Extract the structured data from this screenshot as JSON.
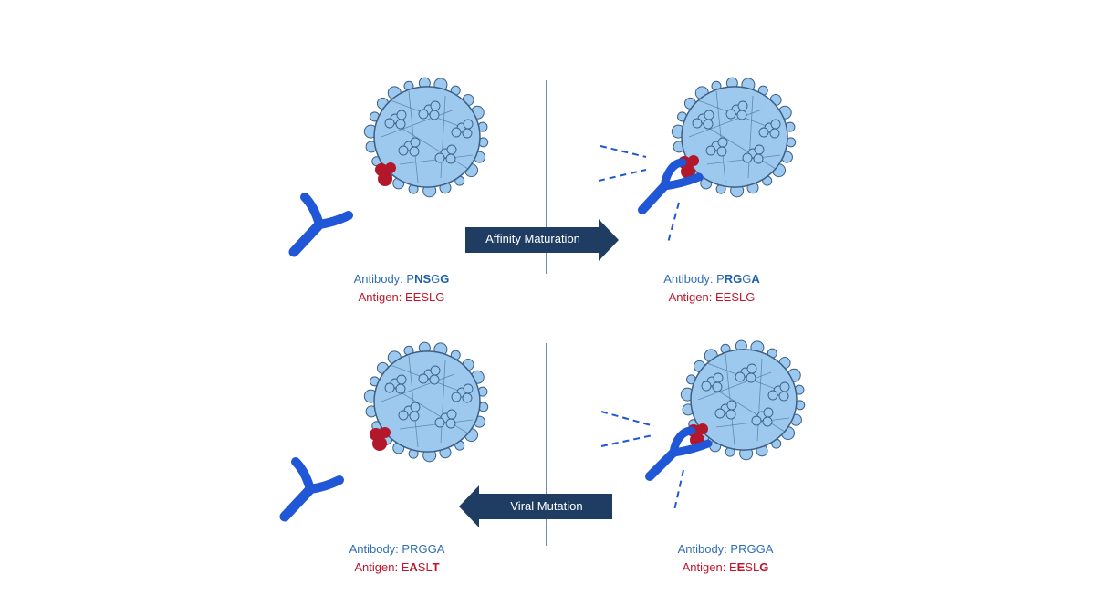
{
  "colors": {
    "virus_fill": "#9ec9ef",
    "virus_stroke": "#3b5f86",
    "antibody": "#1f57d6",
    "antigen": "#b3172c",
    "arrow": "#1f3d62",
    "antibody_text": "#2e6db5",
    "antigen_text": "#c0152a"
  },
  "arrows": {
    "affinity_label": "Affinity Maturation",
    "viral_label": "Viral Mutation"
  },
  "panels": {
    "top_left": {
      "antibody_prefix": "Antibody: ",
      "antibody_seq": [
        {
          "c": "P",
          "bold": false
        },
        {
          "c": "N",
          "bold": true
        },
        {
          "c": "S",
          "bold": true
        },
        {
          "c": "G",
          "bold": false
        },
        {
          "c": "G",
          "bold": true
        }
      ],
      "antigen_prefix": "Antigen: ",
      "antigen_seq": [
        {
          "c": "E",
          "bold": false
        },
        {
          "c": "E",
          "bold": false
        },
        {
          "c": "S",
          "bold": false
        },
        {
          "c": "L",
          "bold": false
        },
        {
          "c": "G",
          "bold": false
        }
      ]
    },
    "top_right": {
      "antibody_prefix": "Antibody: ",
      "antibody_seq": [
        {
          "c": "P",
          "bold": false
        },
        {
          "c": "R",
          "bold": true
        },
        {
          "c": "G",
          "bold": true
        },
        {
          "c": "G",
          "bold": false
        },
        {
          "c": "A",
          "bold": true
        }
      ],
      "antigen_prefix": "Antigen: ",
      "antigen_seq": [
        {
          "c": "E",
          "bold": false
        },
        {
          "c": "E",
          "bold": false
        },
        {
          "c": "S",
          "bold": false
        },
        {
          "c": "L",
          "bold": false
        },
        {
          "c": "G",
          "bold": false
        }
      ]
    },
    "bottom_left": {
      "antibody_prefix": "Antibody: ",
      "antibody_seq": [
        {
          "c": "P",
          "bold": false
        },
        {
          "c": "R",
          "bold": false
        },
        {
          "c": "G",
          "bold": false
        },
        {
          "c": "G",
          "bold": false
        },
        {
          "c": "A",
          "bold": false
        }
      ],
      "antigen_prefix": "Antigen: ",
      "antigen_seq": [
        {
          "c": "E",
          "bold": false
        },
        {
          "c": "A",
          "bold": true
        },
        {
          "c": "S",
          "bold": false
        },
        {
          "c": "L",
          "bold": false
        },
        {
          "c": "T",
          "bold": true
        }
      ]
    },
    "bottom_right": {
      "antibody_prefix": "Antibody: ",
      "antibody_seq": [
        {
          "c": "P",
          "bold": false
        },
        {
          "c": "R",
          "bold": false
        },
        {
          "c": "G",
          "bold": false
        },
        {
          "c": "G",
          "bold": false
        },
        {
          "c": "A",
          "bold": false
        }
      ],
      "antigen_prefix": "Antigen: ",
      "antigen_seq": [
        {
          "c": "E",
          "bold": false
        },
        {
          "c": "E",
          "bold": true
        },
        {
          "c": "S",
          "bold": false
        },
        {
          "c": "L",
          "bold": false
        },
        {
          "c": "G",
          "bold": true
        }
      ]
    }
  }
}
